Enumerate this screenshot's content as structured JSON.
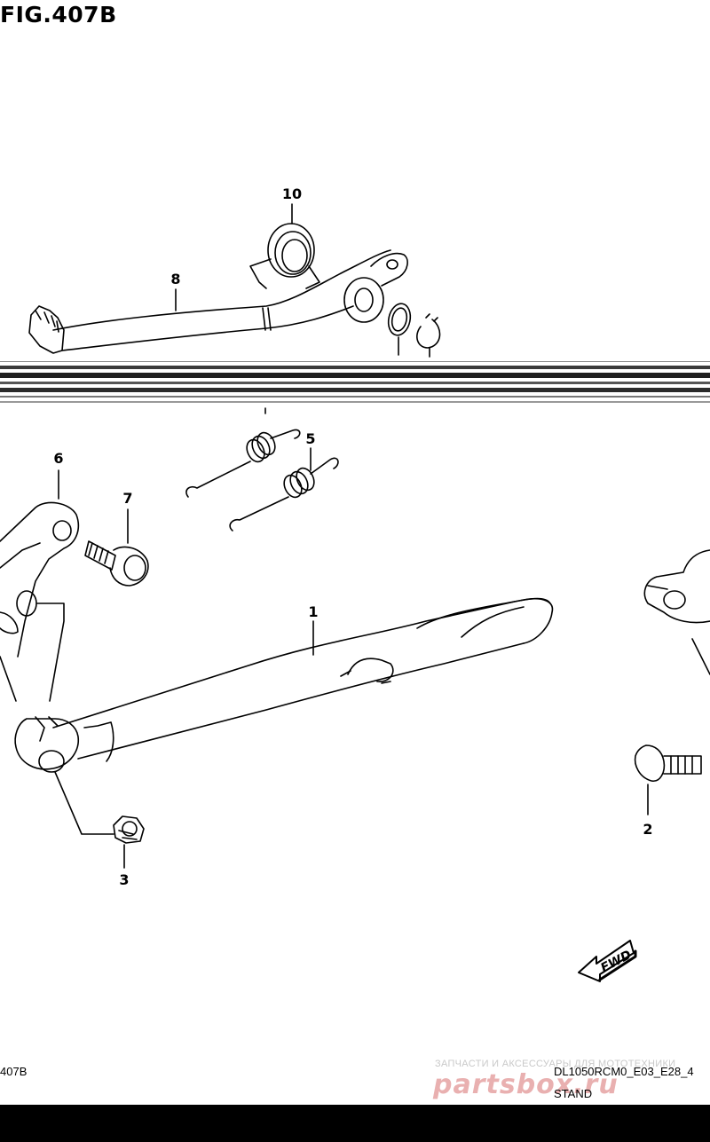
{
  "figure": {
    "title": "FIG.407B",
    "name": "STAND"
  },
  "callouts": {
    "c1": "1",
    "c2": "2",
    "c3": "3",
    "c5": "5",
    "c6": "6",
    "c7": "7",
    "c8": "8",
    "c10": "10"
  },
  "direction": {
    "label": "FWD"
  },
  "footer": {
    "left_code": "407B",
    "model_code": "DL1050RCM0_E03_E28_4",
    "section": "STAND"
  },
  "watermark": {
    "caption": "ЗАПЧАСТИ И АКСЕССУАРЫ ДЛЯ МОТОТЕХНИКИ",
    "logo": "partsbox.ru"
  },
  "colors": {
    "line": "#000000",
    "watermark_text": "#c9c9c9",
    "watermark_logo": "#e9b0b0"
  }
}
